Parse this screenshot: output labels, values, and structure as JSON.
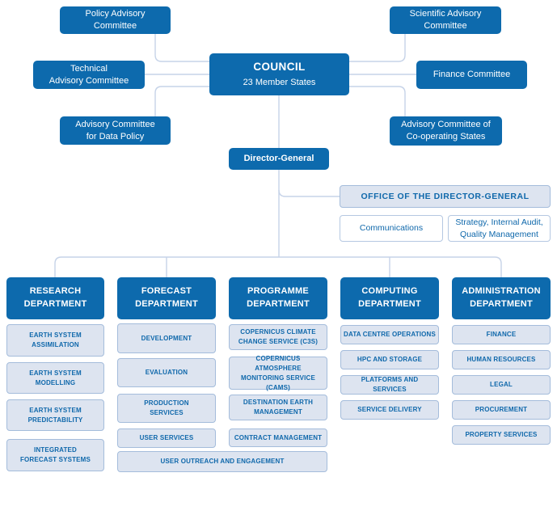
{
  "colors": {
    "brand_blue": "#0D6AAD",
    "light_fill": "#DDE4F0",
    "light_border": "#A4BCDB",
    "connector": "#C6D3E8",
    "text_blue": "#0F68AB"
  },
  "council": {
    "title": "COUNCIL",
    "subtitle": "23 Member States"
  },
  "committees": {
    "policy": "Policy Advisory\nCommittee",
    "scientific": "Scientific Advisory\nCommittee",
    "technical": "Technical\nAdvisory Committee",
    "finance": "Finance Committee",
    "data_policy": "Advisory Committee\nfor Data Policy",
    "cooperating": "Advisory Committee of\nCo-operating States"
  },
  "director_general": "Director-General",
  "office": {
    "title": "OFFICE OF THE DIRECTOR-GENERAL",
    "units": [
      "Communications",
      "Strategy, Internal Audit,\nQuality Management"
    ]
  },
  "departments": [
    {
      "name": "RESEARCH\nDEPARTMENT",
      "units": [
        "EARTH SYSTEM\nASSIMILATION",
        "EARTH SYSTEM\nMODELLING",
        "EARTH SYSTEM\nPREDICTABILITY",
        "INTEGRATED\nFORECAST SYSTEMS"
      ]
    },
    {
      "name": "FORECAST\nDEPARTMENT",
      "units": [
        "DEVELOPMENT",
        "EVALUATION",
        "PRODUCTION\nSERVICES",
        "USER SERVICES"
      ]
    },
    {
      "name": "PROGRAMME\nDEPARTMENT",
      "units": [
        "COPERNICUS CLIMATE\nCHANGE SERVICE (C3S)",
        "COPERNICUS ATMOSPHERE\nMONITORING SERVICE\n(CAMS)",
        "DESTINATION EARTH\nMANAGEMENT",
        "CONTRACT MANAGEMENT"
      ]
    },
    {
      "name": "COMPUTING\nDEPARTMENT",
      "units": [
        "DATA CENTRE OPERATIONS",
        "HPC AND STORAGE",
        "PLATFORMS AND SERVICES",
        "SERVICE DELIVERY"
      ]
    },
    {
      "name": "ADMINISTRATION\nDEPARTMENT",
      "units": [
        "FINANCE",
        "HUMAN RESOURCES",
        "LEGAL",
        "PROCUREMENT",
        "PROPERTY SERVICES"
      ]
    }
  ],
  "shared_unit": "USER OUTREACH AND ENGAGEMENT"
}
